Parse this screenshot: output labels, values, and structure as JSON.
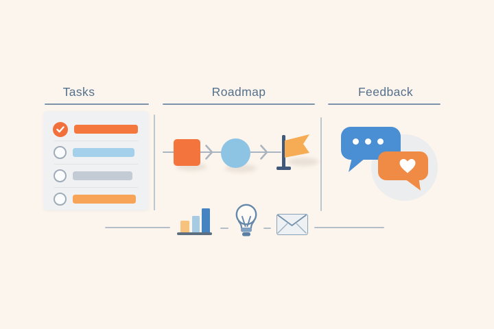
{
  "illustration": {
    "background": "#fcf5ed",
    "description": "three-panel product illustration: tasks checklist, roadmap flow, feedback bubbles, footer icon strip"
  },
  "sections": {
    "tasks": {
      "title": "Tasks"
    },
    "roadmap": {
      "title": "Roadmap"
    },
    "feedback": {
      "title": "Feedback"
    }
  },
  "palette": {
    "title_text": "#54708b",
    "title_underline": "#64809c",
    "divider": "#bcc6ce",
    "card_bg": "#f0f1f3",
    "checked_circle": "#f1703c",
    "task_bars": [
      "#f4783e",
      "#a5d0eb",
      "#c3ccd5",
      "#f8a458"
    ],
    "flow_line": "#a9b4c0",
    "flow_square": "#f4743e",
    "flow_circle": "#8dc3e3",
    "flag_pole": "#40597a",
    "flag_banner": "#f6ac55",
    "bubble_blue": "#4a8ed4",
    "bubble_orange": "#f08b45",
    "chart_bar_orange": "#f6c27e",
    "chart_bar_lightblue": "#a8cbe4",
    "chart_bar_darkblue": "#4583c1",
    "chart_base": "#5d6e80",
    "footer_line": "#b4bec8"
  },
  "tasks_list": {
    "items": [
      {
        "state": "checked",
        "bar_color_index": 0
      },
      {
        "state": "unchecked",
        "bar_color_index": 1
      },
      {
        "state": "unchecked",
        "bar_color_index": 2
      },
      {
        "state": "unchecked",
        "bar_color_index": 3
      }
    ]
  },
  "roadmap_flow": {
    "steps": [
      "square-milestone",
      "circle-milestone",
      "flag-goal"
    ]
  },
  "feedback_bubbles": [
    {
      "type": "typing-dots",
      "dots": 3
    },
    {
      "type": "heart-like"
    }
  ],
  "footer_icons": [
    "bar-chart",
    "lightbulb",
    "envelope"
  ]
}
